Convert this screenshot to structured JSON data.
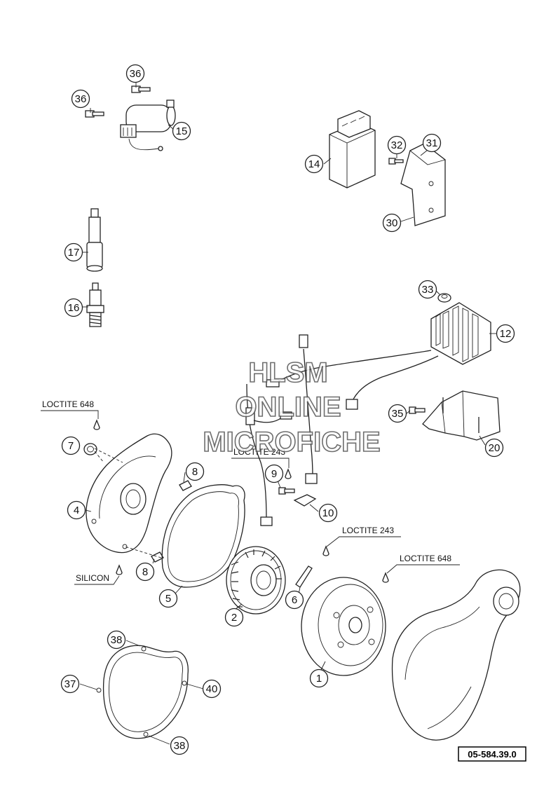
{
  "diagram": {
    "reference_code": "05-584.39.0",
    "watermark": {
      "line1": "HLSM",
      "line2": "ONLINE",
      "line3": "MICROFICHE"
    },
    "callouts": [
      "36",
      "36",
      "15",
      "14",
      "32",
      "31",
      "30",
      "17",
      "16",
      "33",
      "12",
      "35",
      "20",
      "7",
      "8",
      "4",
      "9",
      "10",
      "8",
      "5",
      "2",
      "6",
      "1",
      "38",
      "37",
      "40",
      "38"
    ],
    "notes": {
      "loctite_648_top": "LOCTITE 648",
      "loctite_243_mid": "LOCTITE 243",
      "loctite_243_right": "LOCTITE 243",
      "loctite_648_right": "LOCTITE 648",
      "silicon": "SILICON"
    }
  }
}
